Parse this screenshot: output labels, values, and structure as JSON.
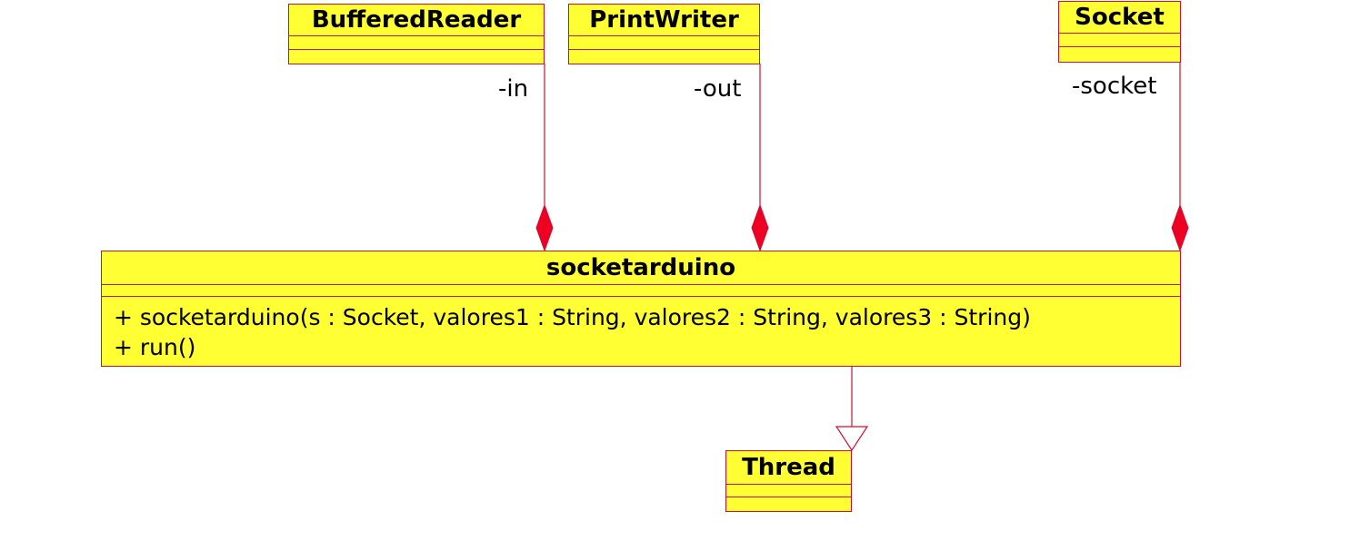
{
  "classes": {
    "buffered_reader": {
      "name": "BufferedReader"
    },
    "print_writer": {
      "name": "PrintWriter"
    },
    "socket": {
      "name": "Socket"
    },
    "socketarduino": {
      "name": "socketarduino",
      "operations": [
        "+ socketarduino(s : Socket, valores1 : String, valores2 : String, valores3 : String)",
        "+ run()"
      ]
    },
    "thread": {
      "name": "Thread"
    }
  },
  "associations": {
    "in_role": "-in",
    "out_role": "-out",
    "socket_role": "-socket"
  },
  "colors": {
    "class_fill": "#ffff33",
    "line": "#cc1133",
    "diamond": "#ee0022"
  }
}
